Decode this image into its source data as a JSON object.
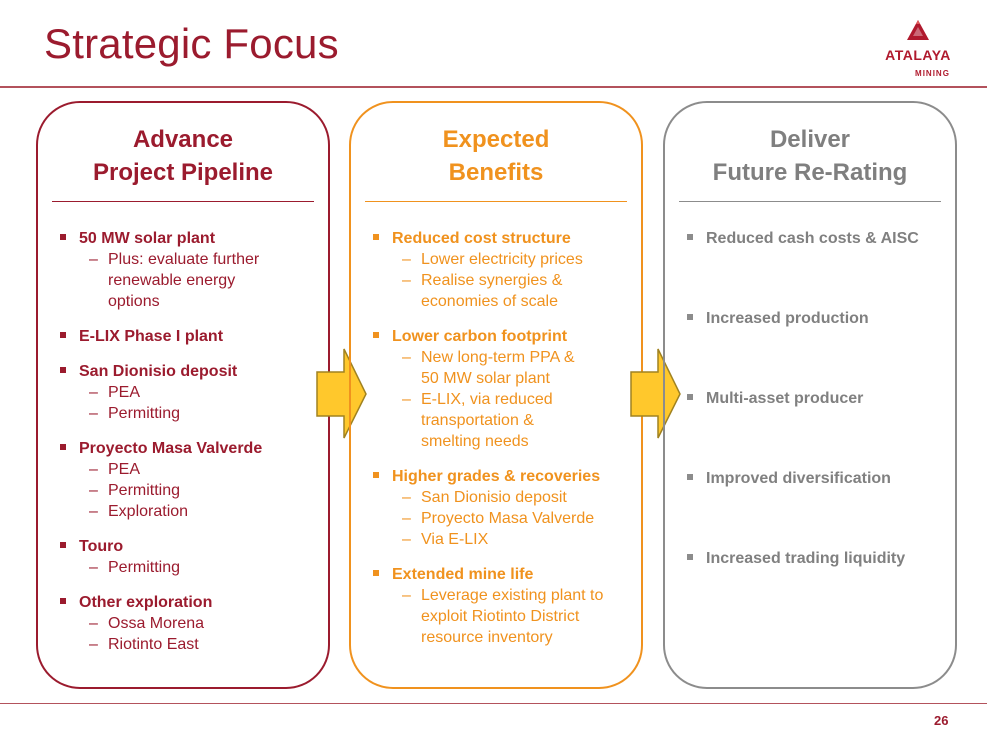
{
  "slide_title": "Strategic Focus",
  "logo": {
    "name": "ATALAYA",
    "sub": "MINING"
  },
  "columns": [
    {
      "head1": "Advance",
      "head2": "Project Pipeline",
      "items": [
        {
          "label": "50 MW solar plant",
          "subs": [
            "Plus: evaluate further",
            "renewable energy",
            "options"
          ]
        },
        {
          "label": "E-LIX Phase I plant",
          "subs": []
        },
        {
          "label": "San Dionisio deposit",
          "subs": [
            "PEA",
            "Permitting"
          ]
        },
        {
          "label": "Proyecto Masa Valverde",
          "subs": [
            "PEA",
            "Permitting",
            "Exploration"
          ]
        },
        {
          "label": "Touro",
          "subs": [
            "Permitting"
          ]
        },
        {
          "label": "Other exploration",
          "subs": [
            "Ossa Morena",
            "Riotinto East"
          ]
        }
      ]
    },
    {
      "head1": "Expected",
      "head2": "Benefits",
      "items": [
        {
          "label": "Reduced cost structure",
          "subs": [
            "Lower electricity prices",
            "Realise synergies &",
            "economies of scale"
          ]
        },
        {
          "label": "Lower carbon footprint",
          "subs": [
            "New long-term PPA &",
            "50 MW solar plant",
            "E-LIX, via reduced",
            "transportation &",
            "smelting needs"
          ]
        },
        {
          "label": "Higher grades & recoveries",
          "subs": [
            "San Dionisio deposit",
            "Proyecto Masa Valverde",
            "Via E-LIX"
          ]
        },
        {
          "label": "Extended mine life",
          "subs": [
            "Leverage existing plant to",
            "exploit Riotinto District",
            "resource inventory"
          ]
        }
      ]
    },
    {
      "head1": "Deliver",
      "head2": "Future Re-Rating",
      "items": [
        {
          "label": "Reduced cash costs & AISC",
          "subs": []
        },
        {
          "label": "Increased production",
          "subs": []
        },
        {
          "label": "Multi-asset producer",
          "subs": []
        },
        {
          "label": "Improved diversification",
          "subs": []
        },
        {
          "label": "Increased trading liquidity",
          "subs": []
        }
      ]
    }
  ],
  "page_number": "26",
  "colors": {
    "burgundy": "#9b1b2e",
    "orange": "#f0921e",
    "gray": "#8c8c8c",
    "arrow_fill": "#ffc82c",
    "arrow_stroke": "#a08220"
  }
}
